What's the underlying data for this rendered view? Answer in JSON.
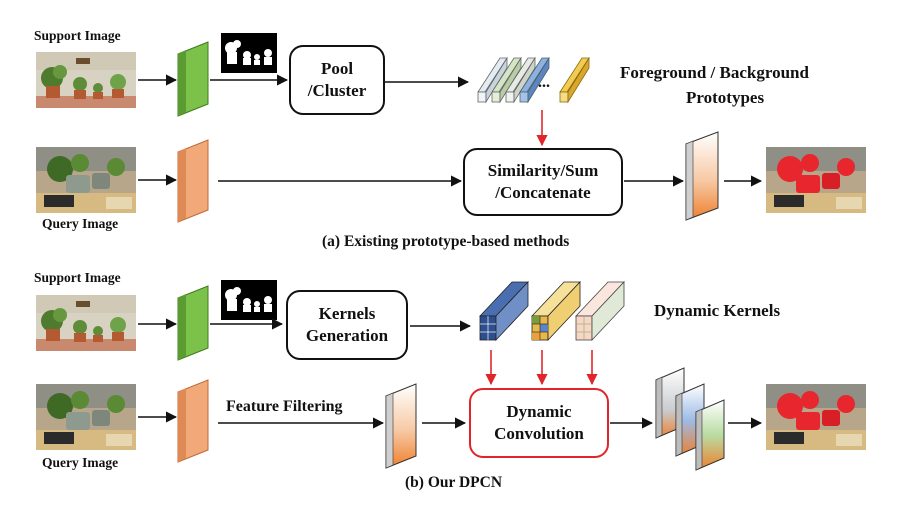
{
  "diagram_a": {
    "support_label": "Support Image",
    "query_label": "Query Image",
    "pool_line1": "Pool",
    "pool_line2": "/Cluster",
    "prototypes_line1": "Foreground / Background",
    "prototypes_line2": "Prototypes",
    "ellipsis": "...",
    "similarity_line1": "Similarity/Sum",
    "similarity_line2": "/Concatenate",
    "caption": "(a) Existing prototype-based methods"
  },
  "diagram_b": {
    "support_label": "Support Image",
    "query_label": "Query Image",
    "kernels_line1": "Kernels",
    "kernels_line2": "Generation",
    "dynamic_kernels": "Dynamic Kernels",
    "feature_filtering": "Feature Filtering",
    "dynconv_line1": "Dynamic",
    "dynconv_line2": "Convolution",
    "caption": "(b) Our DPCN"
  },
  "colors": {
    "support_feature": "#7cc24a",
    "query_feature": "#f1a97a",
    "red_arrow": "#e0262b",
    "proto_1": "#e3ecf2",
    "proto_2": "#d3e5c4",
    "proto_3": "#7f9fd6",
    "proto_4": "#f2cb53",
    "mask_bg": "#000000",
    "pred_red": "#e8262d"
  },
  "icons": [
    "photo-support",
    "photo-query",
    "mask-image",
    "prediction-image",
    "feature-block",
    "kernel-grid"
  ]
}
